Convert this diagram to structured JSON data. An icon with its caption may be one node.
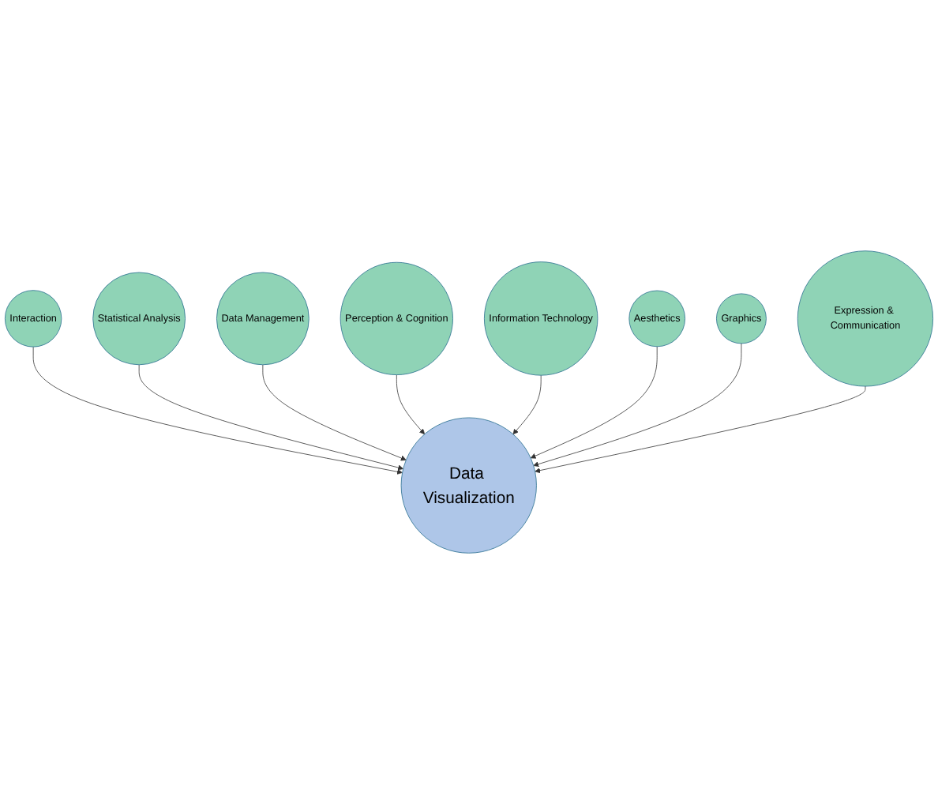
{
  "diagram": {
    "nodes": [
      {
        "text": [
          "Interaction"
        ]
      },
      {
        "text": [
          "Statistical Analysis"
        ]
      },
      {
        "text": [
          "Data Management"
        ]
      },
      {
        "text": [
          "Perception & Cognition"
        ]
      },
      {
        "text": [
          "Data Visualization"
        ]
      },
      {
        "text": [
          "Information Technology"
        ]
      },
      {
        "text": [
          "Aesthetics"
        ]
      },
      {
        "text": [
          "Graphics"
        ]
      },
      {
        "text": [
          "Expression & Communication"
        ]
      }
    ],
    "edges": [
      {
        "from": 0,
        "to": 4,
        "arrow": "to"
      },
      {
        "from": 1,
        "to": 4,
        "arrow": "to"
      },
      {
        "from": 2,
        "to": 4,
        "arrow": "to"
      },
      {
        "from": 3,
        "to": 4,
        "arrow": "to"
      },
      {
        "from": 5,
        "to": 4,
        "arrow": "to"
      },
      {
        "from": 6,
        "to": 4,
        "arrow": "to"
      },
      {
        "from": 7,
        "to": 4,
        "arrow": "to"
      },
      {
        "from": 8,
        "to": 4,
        "arrow": "to"
      }
    ]
  }
}
